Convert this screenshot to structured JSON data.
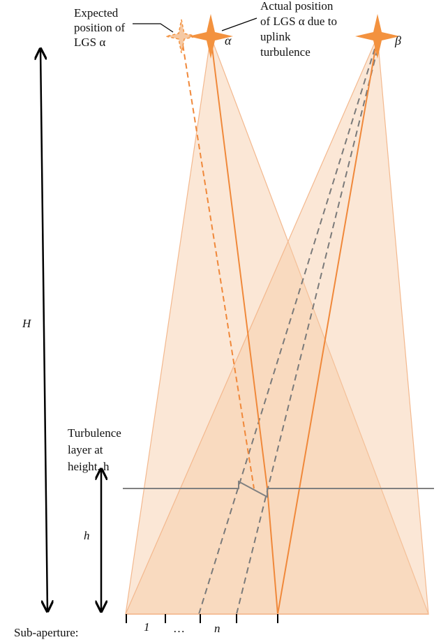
{
  "labels": {
    "expected_position": [
      "Expected",
      "position of",
      "LGS α"
    ],
    "actual_position": [
      "Actual position",
      "of LGS α due to",
      "uplink",
      "turbulence"
    ],
    "alpha": "α",
    "beta": "β",
    "H": "H",
    "h": "h",
    "turbulence_layer": [
      "Turbulence",
      "layer at",
      "height, h"
    ],
    "subaperture_label": "Sub-aperture:",
    "subaperture_1": "1",
    "subaperture_ellipsis": "…",
    "subaperture_n": "n"
  },
  "colors": {
    "beam_fill": "#f6c9a3",
    "beam_edge": "#f3b88e",
    "ray": "#f0883a",
    "star": "#f3923f",
    "dashed_ray": "#7a7a7a",
    "layer_line": "#808080",
    "arrow": "#000000"
  }
}
